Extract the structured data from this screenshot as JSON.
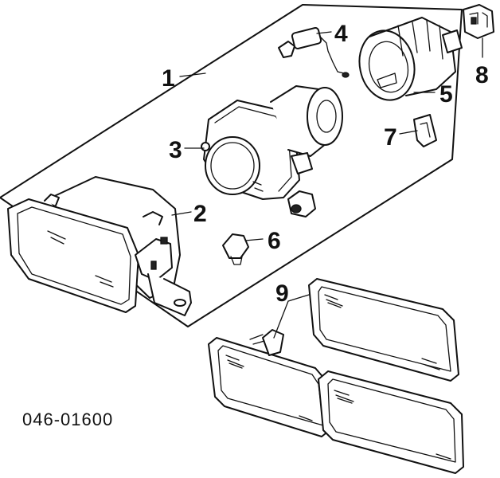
{
  "diagram": {
    "background": "#ffffff",
    "ink": "#111111",
    "callouts": [
      {
        "id": "c1",
        "label": "1"
      },
      {
        "id": "c2",
        "label": "2"
      },
      {
        "id": "c3",
        "label": "3"
      },
      {
        "id": "c4",
        "label": "4"
      },
      {
        "id": "c5",
        "label": "5"
      },
      {
        "id": "c6",
        "label": "6"
      },
      {
        "id": "c7",
        "label": "7"
      },
      {
        "id": "c8",
        "label": "8"
      },
      {
        "id": "c9",
        "label": "9"
      }
    ],
    "part_code": "046-01600"
  }
}
